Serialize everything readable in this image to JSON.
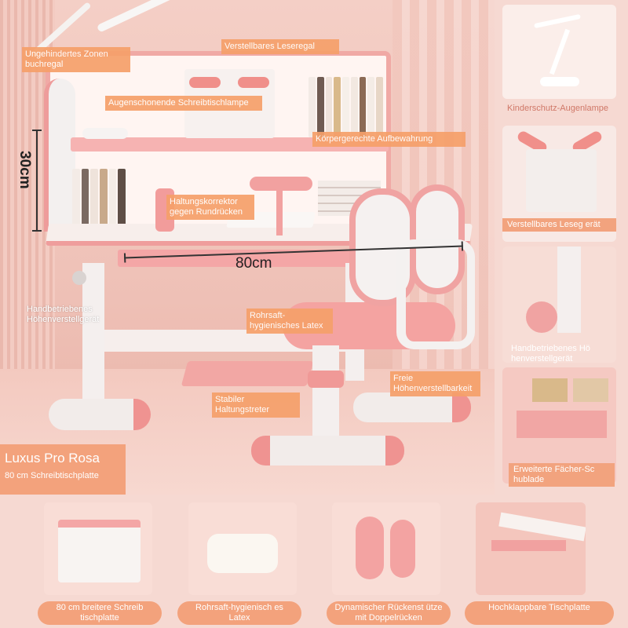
{
  "product": {
    "title": "Luxus Pro Rosa",
    "subtitle": "80 cm Schreibtischplatte"
  },
  "dimensions": {
    "height": "30cm",
    "width": "80cm"
  },
  "labels": {
    "zone_shelf": "Ungehindertes Zonen buchregal",
    "reading_shelf": "Verstellbares Leseregal",
    "eye_lamp": "Augenschonende Schreibtischlampe",
    "storage": "Körpergerechte Aufbewahrung",
    "posture": "Haltungskorrektor gegen Rundrücken",
    "hand_crank": "Handbetriebenes Höhenverstellgerät",
    "latex": "Rohrsaft-hygienisches Latex",
    "height_free": "Freie Höhenverstellbarkeit",
    "footrest": "Stabiler Haltungstreter"
  },
  "side_panels": [
    {
      "caption": "Kinderschutz-Augenlampe"
    },
    {
      "caption": "Verstellbares Leseg erät"
    },
    {
      "caption": "Handbetriebenes Hö henverstellgerät"
    },
    {
      "caption": "Erweiterte Fächer-Sc hublade"
    }
  ],
  "bottom_panels": [
    {
      "caption": "80 cm breitere Schreib tischplatte"
    },
    {
      "caption": "Rohrsaft-hygienisch es Latex"
    },
    {
      "caption": "Dynamischer Rückenst ütze mit Doppelrücken"
    },
    {
      "caption": "Hochklappbare Tischplatte"
    }
  ],
  "colors": {
    "accent": "#f3a27c",
    "pink": "#f0a3a2",
    "background": "#f6d9d2"
  }
}
